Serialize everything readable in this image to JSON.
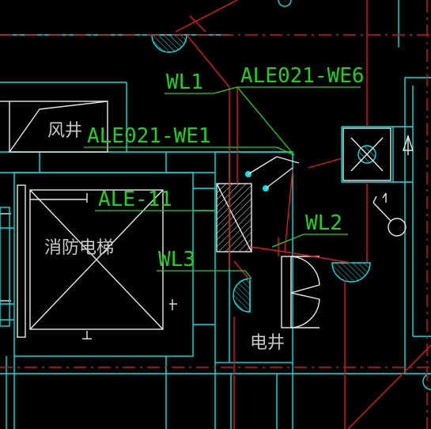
{
  "drawing": {
    "background": "#000000",
    "colors": {
      "wall": "#00e5e5",
      "wiring": "#e01818",
      "annotation": "#1ed21e",
      "detail": "#e8e8e8",
      "room_label": "#c8c8c8"
    },
    "annotations": {
      "wl1": "WL1",
      "ale021_we6": "ALE021-WE6",
      "ale021_we1": "ALE021-WE1",
      "ale_11": "ALE-11",
      "wl2": "WL2",
      "wl3": "WL3"
    },
    "rooms": {
      "air_shaft": "风井",
      "fire_elevator": "消防电梯",
      "electrical_shaft": "电井"
    },
    "icons": [
      "ceiling-light-icon",
      "exhaust-fan-icon",
      "distribution-panel-icon",
      "wall-lamp-icon",
      "switch-icon",
      "door-swing-icon"
    ]
  }
}
